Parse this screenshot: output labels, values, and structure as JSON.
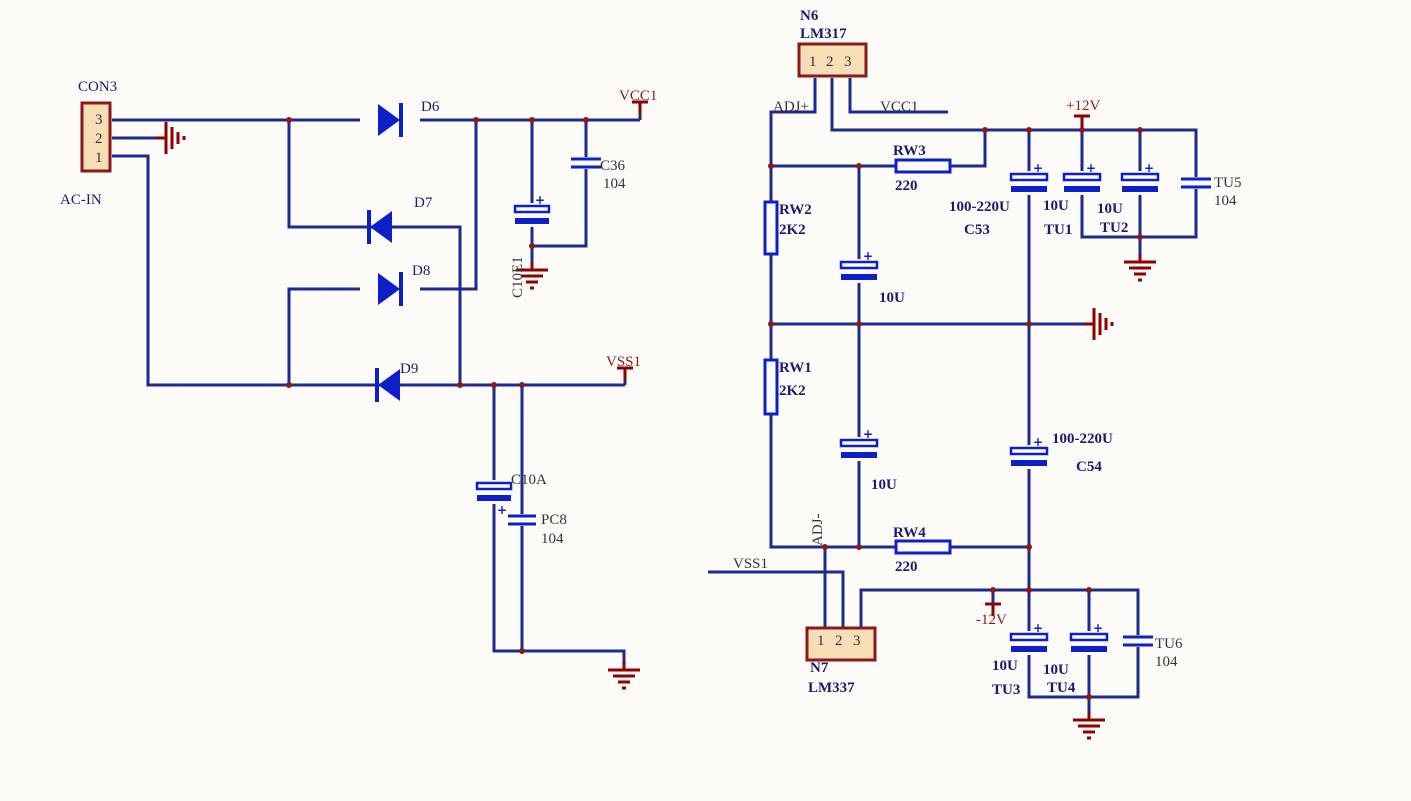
{
  "colors": {
    "background": "#fdfbf7",
    "wire": "#1e2a8c",
    "component": "#0d1fc8",
    "power_symbol": "#8b0000",
    "connector_fill": "#f6dfb6",
    "connector_border": "#8b1a1a",
    "junction": "#8b1a1a"
  },
  "left_circuit": {
    "connector": {
      "ref": "CON3",
      "name": "AC-IN",
      "pins": [
        "3",
        "2",
        "1"
      ]
    },
    "diodes": [
      "D6",
      "D7",
      "D8",
      "D9"
    ],
    "ports": [
      "VCC1",
      "VSS1"
    ],
    "capacitors": [
      {
        "ref": "C36",
        "value": "104"
      },
      {
        "ref": "C10E1",
        "value": ""
      },
      {
        "ref": "C10A",
        "value": ""
      },
      {
        "ref": "PC8",
        "value": "104"
      }
    ]
  },
  "right_circuit": {
    "regulators": [
      {
        "ref": "N6",
        "part": "LM317",
        "pins": [
          "1",
          "2",
          "3"
        ]
      },
      {
        "ref": "N7",
        "part": "LM337",
        "pins": [
          "1",
          "2",
          "3"
        ]
      }
    ],
    "nets": {
      "adj_pos": "ADJ+",
      "adj_neg": "ADJ-",
      "vcc_in": "VCC1",
      "vss_in": "VSS1",
      "pos_out": "+12V",
      "neg_out": "-12V"
    },
    "resistors": [
      {
        "ref": "RW3",
        "value": "220"
      },
      {
        "ref": "RW2",
        "value": "2K2"
      },
      {
        "ref": "RW1",
        "value": "2K2"
      },
      {
        "ref": "RW4",
        "value": "220"
      }
    ],
    "capacitors": [
      {
        "ref": "C53",
        "value": "100-220U"
      },
      {
        "ref": "TU1",
        "value": "10U"
      },
      {
        "ref": "TU2",
        "value": "10U"
      },
      {
        "ref": "TU5",
        "value": "104"
      },
      {
        "ref": "C54",
        "value": "100-220U"
      },
      {
        "ref": "TU3",
        "value": "10U"
      },
      {
        "ref": "TU4",
        "value": "10U"
      },
      {
        "ref": "TU6",
        "value": "104"
      },
      {
        "ref": "",
        "value": "10U"
      },
      {
        "ref": "",
        "value": "10U"
      }
    ]
  }
}
